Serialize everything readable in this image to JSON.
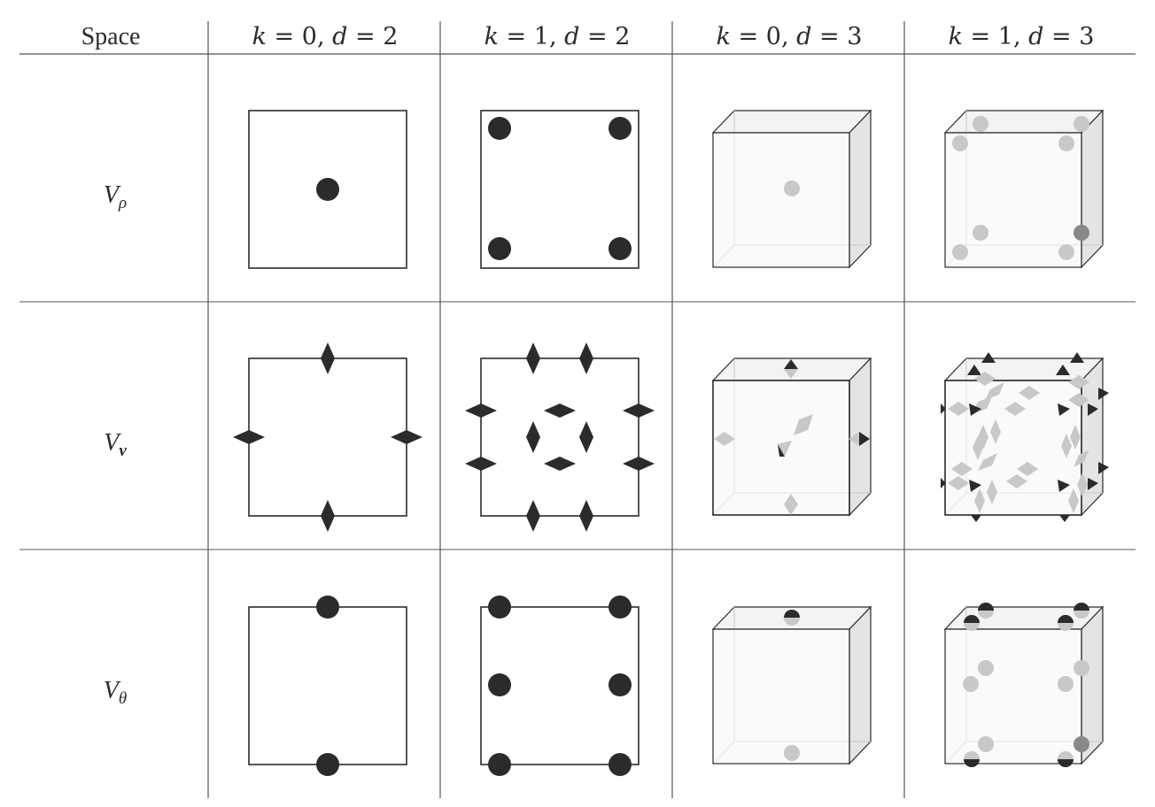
{
  "header": {
    "space_label": "Space",
    "columns": [
      {
        "k": "0",
        "d": "2"
      },
      {
        "k": "1",
        "d": "2"
      },
      {
        "k": "0",
        "d": "3"
      },
      {
        "k": "1",
        "d": "3"
      }
    ]
  },
  "rows": [
    {
      "symbol": "V",
      "subscript": "ρ"
    },
    {
      "symbol": "V",
      "subscript": "v"
    },
    {
      "symbol": "V",
      "subscript": "θ"
    }
  ],
  "colors": {
    "dark_marker": "#2b2b2b",
    "light_marker": "#c8c8c8",
    "face_shade": "#e6e6e6",
    "front_face": "#f6f6f6",
    "line": "#2b2b2b",
    "grid": "#555555"
  }
}
